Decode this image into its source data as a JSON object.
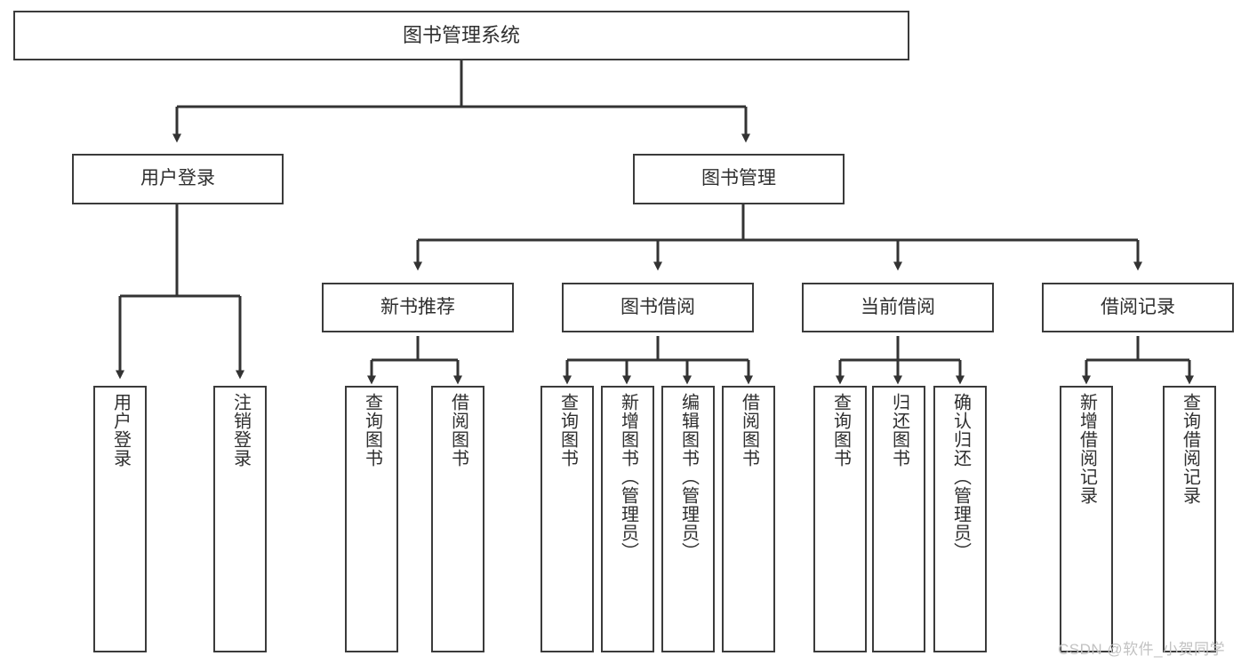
{
  "diagram": {
    "title": "图书管理系统",
    "watermark": "CSDN @软件_小贺同学",
    "colors": {
      "background": "#ffffff",
      "border": "#3b3b3b",
      "text": "#2f2f2f",
      "connector": "#333333",
      "watermark": "#c2c2c2"
    },
    "nodes": {
      "root": {
        "label": "图书管理系统"
      },
      "level1": [
        {
          "label": "用户登录"
        },
        {
          "label": "图书管理"
        }
      ],
      "level2": [
        {
          "label": "新书推荐"
        },
        {
          "label": "图书借阅"
        },
        {
          "label": "当前借阅"
        },
        {
          "label": "借阅记录"
        }
      ],
      "leaves": {
        "user_login": [
          {
            "label": "用户登录"
          },
          {
            "label": "注销登录"
          }
        ],
        "new_book_recommend": [
          {
            "label": "查询图书"
          },
          {
            "label": "借阅图书"
          }
        ],
        "book_borrow": [
          {
            "label": "查询图书"
          },
          {
            "label": "新增图书（管理员）"
          },
          {
            "label": "编辑图书（管理员）"
          },
          {
            "label": "借阅图书"
          }
        ],
        "current_borrow": [
          {
            "label": "查询图书"
          },
          {
            "label": "归还图书"
          },
          {
            "label": "确认归还（管理员）"
          }
        ],
        "borrow_record": [
          {
            "label": "新增借阅记录"
          },
          {
            "label": "查询借阅记录"
          }
        ]
      }
    }
  }
}
